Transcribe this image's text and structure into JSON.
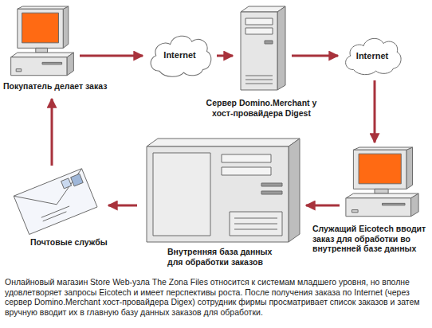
{
  "diagram": {
    "caption": "Онлайновый магазин Store Web-узла The Zona Files относится к системам младшего уровня, но вполне удовлетворяет запросы Eicotech и имеет перспективы роста. После получения заказа по Internet (через сервер Domino.Merchant хост-провайдера Digex) сотрудник фирмы просматривает список заказов и затем вручную вводит их в главную базу данных заказов для обработки.",
    "nodes": [
      {
        "text": [
          "Покупатель делает заказ"
        ]
      },
      {
        "text": [
          "Internet"
        ]
      },
      {
        "text": [
          "Сервер Domino.Merchant у хост-провайдера Digest"
        ]
      },
      {
        "text": [
          "Internet"
        ]
      },
      {
        "text": [
          "Почтовые службы"
        ]
      },
      {
        "text": [
          "Внутренняя база данных для обработки заказов"
        ]
      },
      {
        "text": [
          "Служащий Eicotech вводит заказ для обработки во внутренней базе данных"
        ]
      }
    ],
    "edges": [
      {
        "from": 0,
        "to": 1,
        "arrow": "to"
      },
      {
        "from": 1,
        "to": 2,
        "arrow": "to"
      },
      {
        "from": 2,
        "to": 3,
        "arrow": "to"
      },
      {
        "from": 3,
        "to": 6,
        "arrow": "to"
      },
      {
        "from": 6,
        "to": 5,
        "arrow": "to"
      },
      {
        "from": 5,
        "to": 4,
        "arrow": "to"
      },
      {
        "from": 4,
        "to": 0,
        "arrow": "to"
      }
    ]
  }
}
